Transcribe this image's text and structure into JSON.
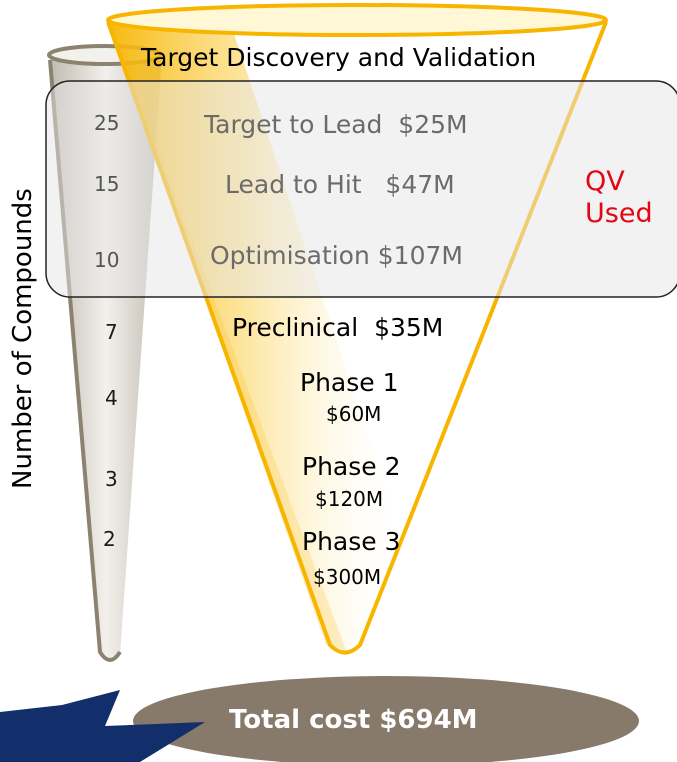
{
  "diagram": {
    "top_stage": "Target Discovery and Validation",
    "axis_label": "Number of Compounds",
    "stages": [
      {
        "label": "Target to Lead  $25M",
        "count": "25"
      },
      {
        "label": "Lead to Hit   $47M",
        "count": "15"
      },
      {
        "label": "Optimisation $107M",
        "count": "10"
      },
      {
        "label": "Preclinical  $35M",
        "count": "7"
      },
      {
        "label": "Phase 1",
        "cost": "$60M",
        "count": "4"
      },
      {
        "label": "Phase 2",
        "cost": "$120M",
        "count": "3"
      },
      {
        "label": "Phase 3",
        "cost": "$300M",
        "count": "2"
      }
    ],
    "qv": {
      "line1": "QV",
      "line2": "Used"
    },
    "total": "Total cost $694M",
    "colors": {
      "funnel": "#f7b500",
      "tube": "#8c8270",
      "ellipse": "#877a6a",
      "highlight": "#e30613",
      "star": "#132f6b"
    }
  }
}
